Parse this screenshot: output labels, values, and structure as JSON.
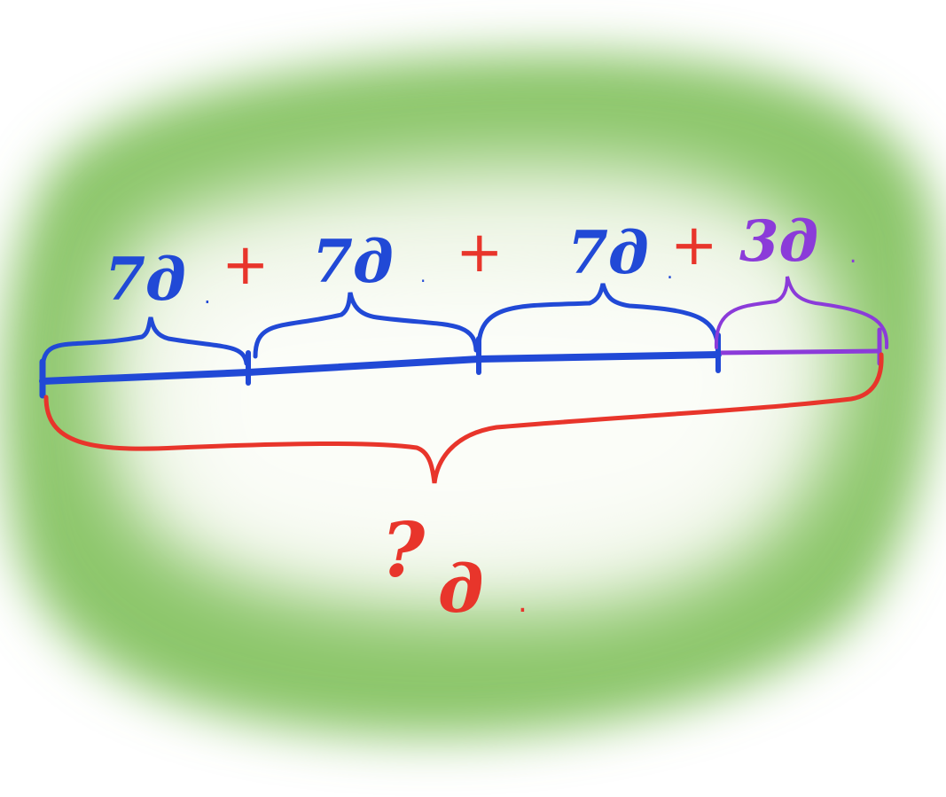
{
  "segments": [
    {
      "label": "7д",
      "dot": "."
    },
    {
      "label": "7д",
      "dot": "."
    },
    {
      "label": "7д",
      "dot": "."
    },
    {
      "label": "3д",
      "dot": "."
    }
  ],
  "plus_signs": [
    "+",
    "+",
    "+"
  ],
  "total": {
    "question": "?",
    "unit": "д",
    "dot": "."
  },
  "colors": {
    "blue": "#2149d6",
    "red": "#e8352b",
    "purple": "#8b3bd9",
    "green": "#7fbf52"
  }
}
